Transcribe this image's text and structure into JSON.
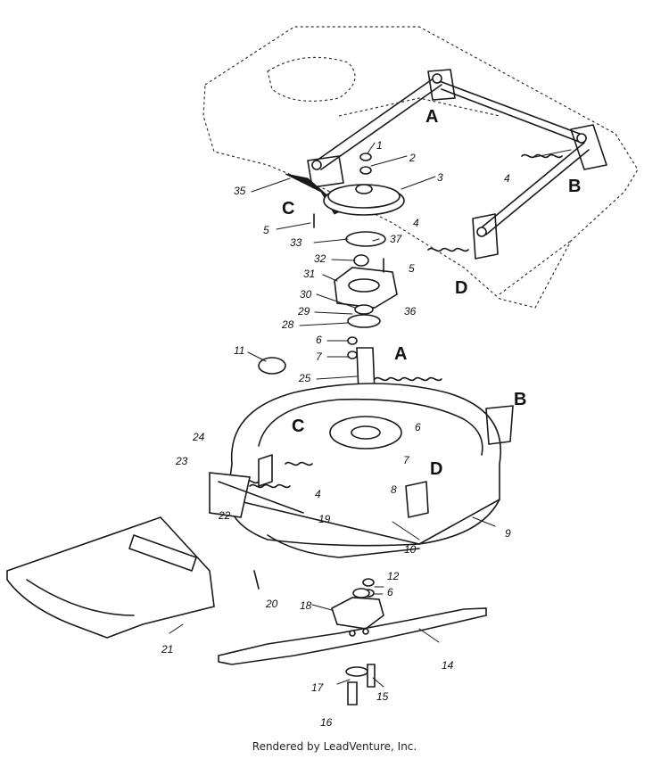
{
  "diagram": {
    "part_numbers": [
      "1",
      "2",
      "3",
      "35",
      "5",
      "4",
      "33",
      "37",
      "32",
      "5",
      "31",
      "4",
      "30",
      "29",
      "36",
      "28",
      "6",
      "7",
      "11",
      "25",
      "24",
      "6",
      "23",
      "7",
      "8",
      "22",
      "19",
      "4",
      "10",
      "9",
      "12",
      "6",
      "20",
      "18",
      "21",
      "14",
      "17",
      "15",
      "16"
    ],
    "reference_letters": [
      "A",
      "B",
      "C",
      "D",
      "A",
      "B",
      "C",
      "D"
    ]
  },
  "footer": {
    "text": "Rendered by LeadVenture, Inc."
  }
}
